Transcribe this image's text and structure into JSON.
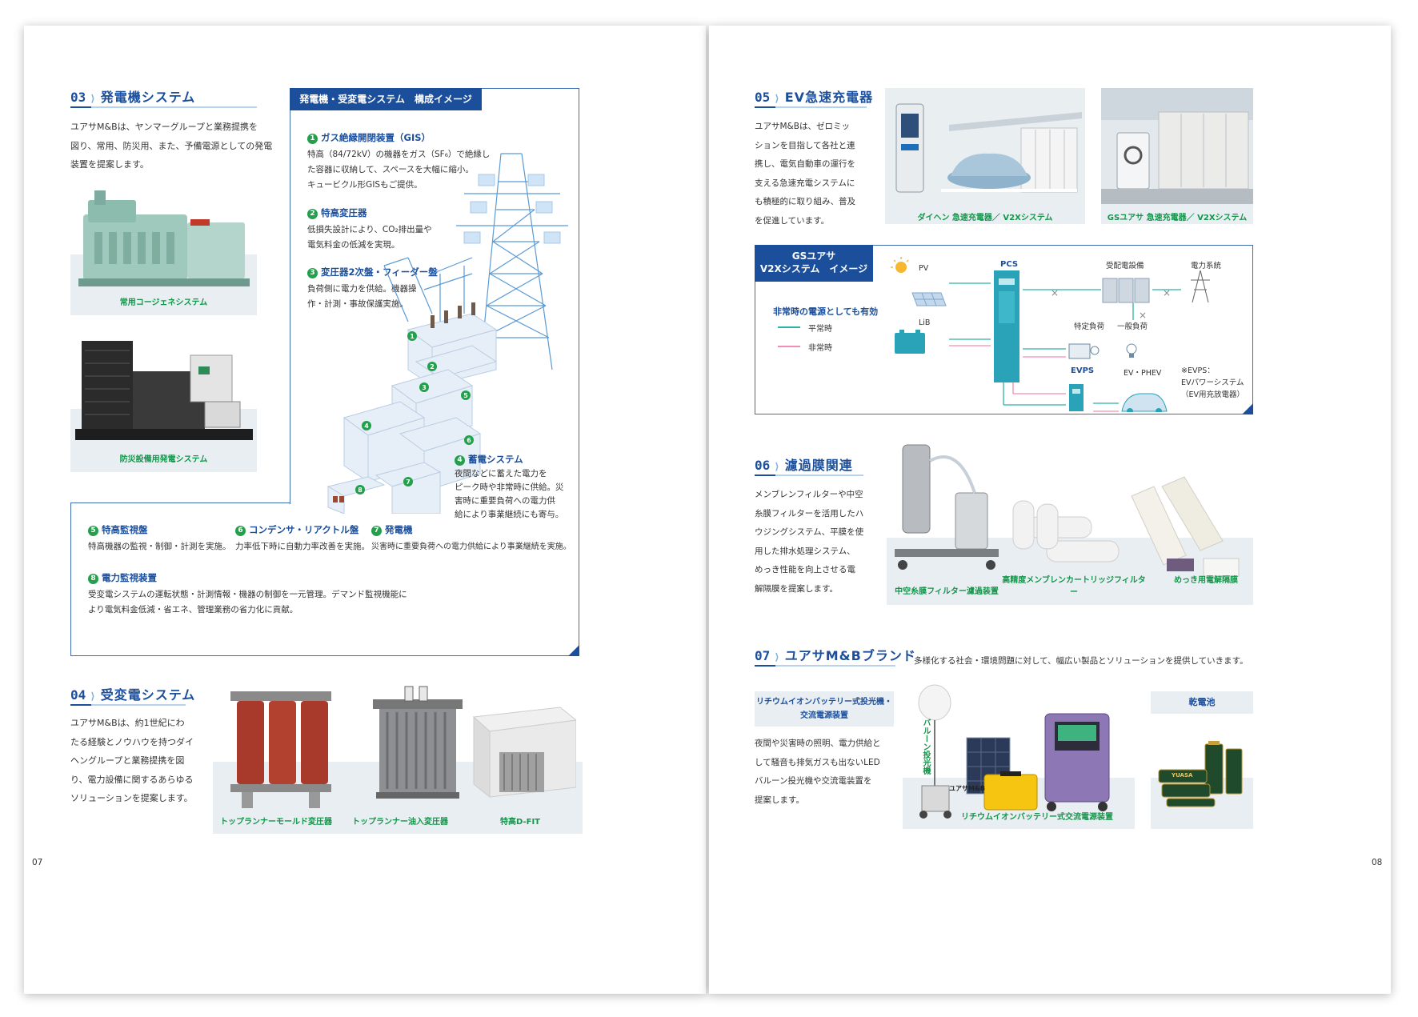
{
  "left": {
    "page_number": "07",
    "sec03": {
      "num": "03",
      "title": "発電機システム",
      "body_lines": [
        "ユアサM&Bは、ヤンマーグループと業務提携を",
        "図り、常用、防災用、また、予備電源としての発電",
        "装置を提案します。"
      ],
      "caption1": "常用コージェネシステム",
      "caption2": "防災設備用発電システム"
    },
    "diagram": {
      "header": "発電機・受変電システム　構成イメージ",
      "items": [
        {
          "no": "1",
          "title": "ガス絶縁開閉装置（GIS）",
          "body": [
            "特高（84/72kV）の機器をガス（SF₆）で絶縁し",
            "た容器に収納して、スペースを大幅に縮小。",
            "キュービクル形GISもご提供。"
          ]
        },
        {
          "no": "2",
          "title": "特高変圧器",
          "body": [
            "低損失設計により、CO₂排出量や",
            "電気料金の低減を実現。"
          ]
        },
        {
          "no": "3",
          "title": "変圧器2次盤・フィーダー盤",
          "body": [
            "負荷側に電力を供給。機器操",
            "作・計測・事故保護実施。"
          ]
        },
        {
          "no": "4",
          "title": "蓄電システム",
          "body": [
            "夜間などに蓄えた電力を",
            "ピーク時や非常時に供給。災",
            "害時に重要負荷への電力供",
            "給により事業継続にも寄与。"
          ]
        },
        {
          "no": "5",
          "title": "特高監視盤",
          "body": [
            "特高機器の監視・制御・計測を実施。"
          ]
        },
        {
          "no": "6",
          "title": "コンデンサ・リアクトル盤",
          "body": [
            "力率低下時に自動力率改善を実施。"
          ]
        },
        {
          "no": "7",
          "title": "発電機",
          "body": [
            "災害時に重要負荷への電力供給により事業継続を実施。"
          ]
        },
        {
          "no": "8",
          "title": "電力監視装置",
          "body": [
            "受変電システムの運転状態・計測情報・機器の制御を一元管理。デマンド監視機能に",
            "より電気料金低減・省エネ、管理業務の省力化に貢献。"
          ]
        }
      ]
    },
    "sec04": {
      "num": "04",
      "title": "受変電システム",
      "body_lines": [
        "ユアサM&Bは、約1世紀にわ",
        "たる経験とノウハウを持つダイ",
        "ヘングループと業務提携を図",
        "り、電力設備に関するあらゆる",
        "ソリューションを提案します。"
      ],
      "captions": [
        "トップランナーモールド変圧器",
        "トップランナー油入変圧器",
        "特高D-FIT"
      ]
    }
  },
  "right": {
    "page_number": "08",
    "sec05": {
      "num": "05",
      "title": "EV急速充電器",
      "body_lines": [
        "ユアサM&Bは、ゼロミッ",
        "ションを目指して各社と連",
        "携し、電気自動車の運行を",
        "支える急速充電システムに",
        "も積極的に取り組み、普及",
        "を促進しています。"
      ],
      "caption1": "ダイヘン 急速充電器／ V2Xシステム",
      "caption2": "GSユアサ 急速充電器／ V2Xシステム"
    },
    "v2x": {
      "header_line1": "GSユアサ",
      "header_line2": "V2Xシステム　イメージ",
      "subtitle": "非常時の電源としても有効",
      "legend_normal": "平常時",
      "legend_emergency": "非常時",
      "labels": {
        "pv": "PV",
        "pcs": "PCS",
        "lib": "LiB",
        "substation": "受配電設備",
        "grid": "電力系統",
        "specific_load": "特定負荷",
        "general_load": "一般負荷",
        "evps": "EVPS",
        "ev": "EV・PHEV"
      },
      "note_lines": [
        "※EVPS：",
        "EVパワーシステム",
        "（EV用充放電器）"
      ],
      "colors": {
        "normal": "#2bb3a3",
        "emergency": "#ef8fb5"
      }
    },
    "sec06": {
      "num": "06",
      "title": "濾過膜関連",
      "body_lines": [
        "メンブレンフィルターや中空",
        "糸膜フィルターを活用したハ",
        "ウジングシステム、平膜を使",
        "用した排水処理システム、",
        "めっき性能を向上させる電",
        "解隔膜を提案します。"
      ],
      "captions": [
        "中空糸膜フィルター濾過装置",
        "高精度メンブレンカートリッジフィルター",
        "めっき用電解隔膜"
      ]
    },
    "sec07": {
      "num": "07",
      "title": "ユアサM&Bブランド",
      "lead": "多様化する社会・環境問題に対して、幅広い製品とソリューションを提供していきます。",
      "box1_line1": "リチウムイオンバッテリー式投光機・",
      "box1_line2": "交流電源装置",
      "box1_body": [
        "夜間や災害時の照明、電力供給と",
        "して騒音も排気ガスも出ないLED",
        "バルーン投光機や交流電装置を",
        "提案します。"
      ],
      "balloon_label": "バルーン投光機",
      "caption_battery": "リチウムイオンバッテリー式交流電源装置",
      "dry_battery": "乾電池",
      "brand_case": "ユアサM&B",
      "brand_yuasa": "YUASA"
    }
  }
}
